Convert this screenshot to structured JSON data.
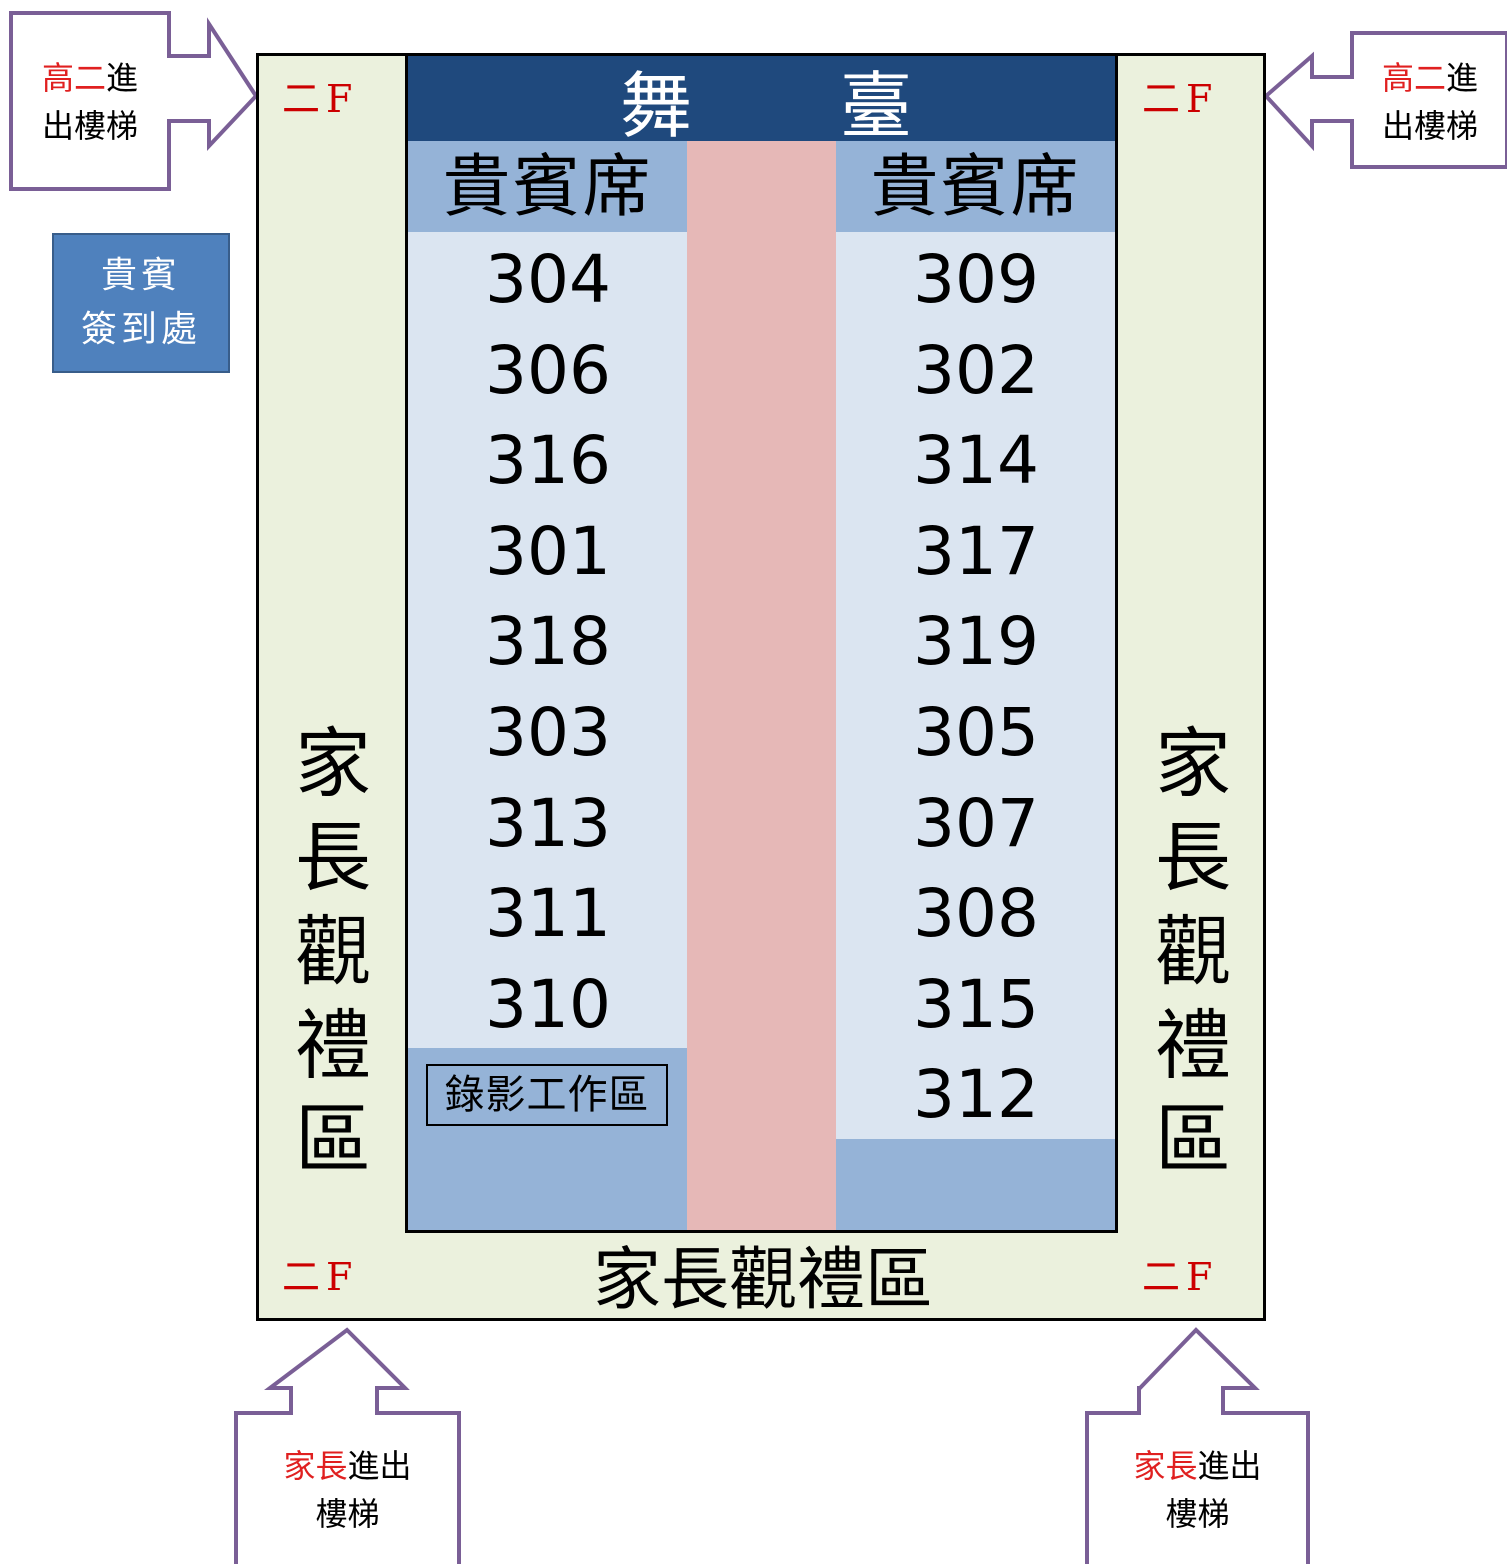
{
  "stage": {
    "chars": [
      "舞",
      "臺"
    ]
  },
  "vip_heading": "貴賓席",
  "left_seats": [
    "304",
    "306",
    "316",
    "301",
    "318",
    "303",
    "313",
    "311",
    "310"
  ],
  "right_seats": [
    "309",
    "302",
    "314",
    "317",
    "319",
    "305",
    "307",
    "308",
    "315",
    "312"
  ],
  "video_area": "錄影工作區",
  "floor_label": "二F",
  "parent_area": {
    "label": "家長觀禮區",
    "chars": [
      "家",
      "長",
      "觀",
      "禮",
      "區"
    ]
  },
  "vip_desk": {
    "line1": "貴賓",
    "line2": "簽到處"
  },
  "stairs": {
    "grade2": {
      "highlight": "高二",
      "rest1": "進",
      "line2": "出樓梯"
    },
    "parent": {
      "highlight": "家長",
      "rest1": "進出",
      "line2": "樓梯"
    }
  },
  "colors": {
    "hall_bg": "#ebf1dd",
    "stage_bg": "#1f497d",
    "vip_head_bg": "#95b3d7",
    "seat_bg": "#dbe5f1",
    "aisle_bg": "#e6b8b7",
    "arrow_stroke": "#7a5f96",
    "floor_text": "#cc0000",
    "highlight_text": "#e02020"
  }
}
